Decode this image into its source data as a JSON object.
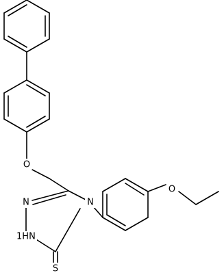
{
  "molecule": {
    "atoms": {
      "ether_oxygen": "O",
      "ethoxy_oxygen": "O",
      "triazole_n2": "N",
      "triazole_n4": "N",
      "triazole_nh": "1H",
      "triazole_nh_n": "N",
      "thione_sulfur": "S"
    }
  },
  "colors": {
    "bond": "#000000",
    "label": "#000000",
    "background": "#ffffff"
  }
}
